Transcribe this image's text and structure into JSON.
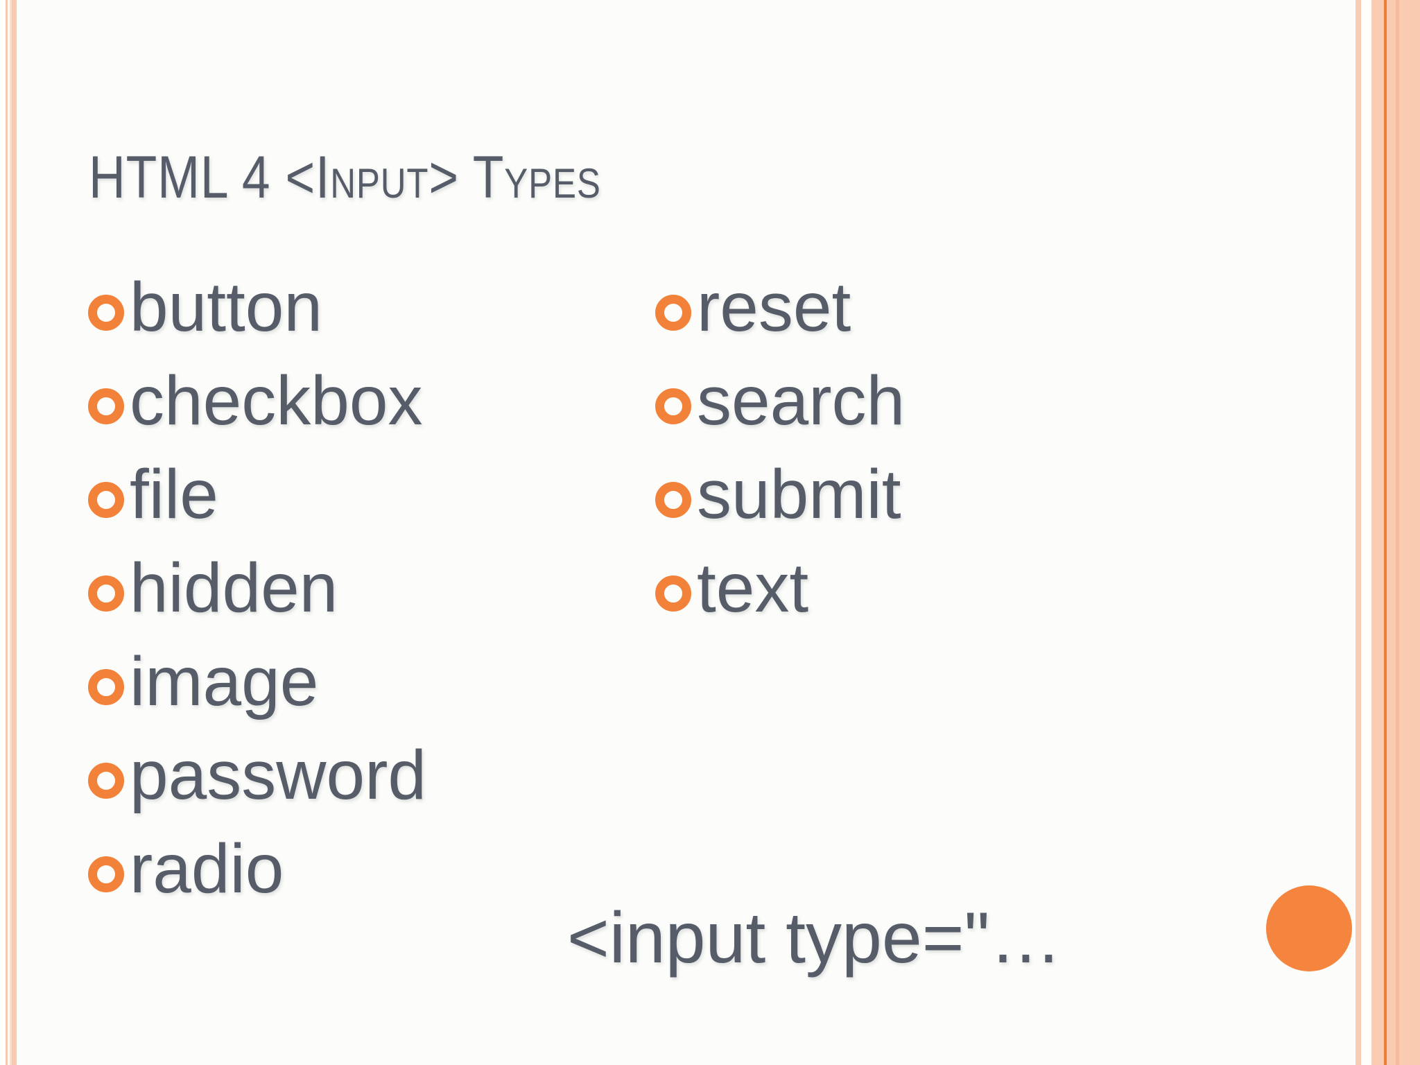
{
  "title": "HTML 4 <Input> Types",
  "columns": {
    "left": {
      "items": [
        "button",
        "checkbox",
        "file",
        "hidden",
        "image",
        "password",
        "radio"
      ]
    },
    "right": {
      "items": [
        "reset",
        "search",
        "submit",
        "text"
      ]
    }
  },
  "footer": {
    "code_text": "<input type=\"…"
  },
  "icons": {
    "bullet": "orange-ring-bullet",
    "accent_dot": "orange-filled-circle"
  },
  "colors": {
    "accent_orange": "#F2823A",
    "accent_dot_orange": "#F4843E",
    "border_orange_line": "#EC7F31",
    "border_peach": "#F9CDB3",
    "text_gray": "#575C69",
    "background": "#FCFDFA"
  }
}
